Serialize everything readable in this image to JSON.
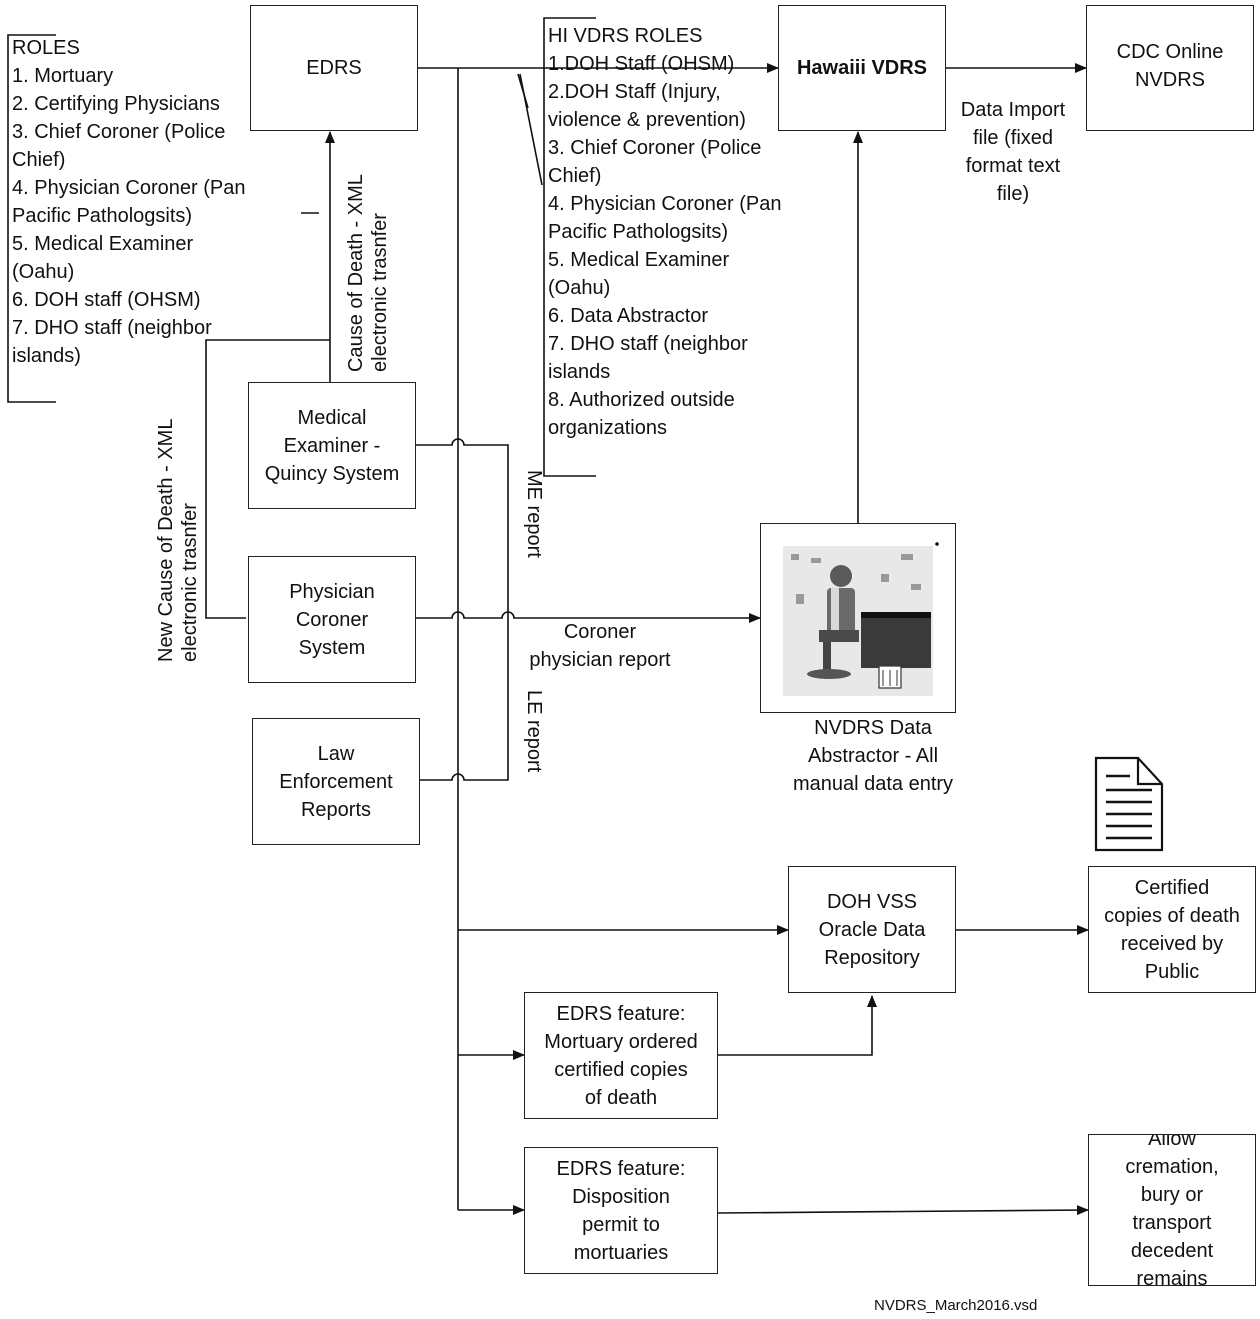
{
  "roles_left": {
    "title": "ROLES",
    "items": [
      "1. Mortuary",
      "2. Certifying Physicians",
      "3. Chief Coroner (Police",
      "Chief)",
      "4. Physician Coroner (Pan",
      "Pacific Pathologsits)",
      "5. Medical Examiner",
      "(Oahu)",
      "6. DOH staff (OHSM)",
      "7. DHO staff (neighbor",
      "islands)"
    ]
  },
  "roles_right": {
    "title": "HI VDRS ROLES",
    "items": [
      "1.DOH Staff (OHSM)",
      "2.DOH Staff (Injury,",
      "violence & prevention)",
      "3. Chief Coroner (Police",
      "Chief)",
      "4. Physician Coroner (Pan",
      "Pacific Pathologsits)",
      "5. Medical Examiner",
      "(Oahu)",
      "6. Data Abstractor",
      "7. DHO staff (neighbor",
      "islands",
      "8.  Authorized outside",
      "organizations"
    ]
  },
  "nodes": {
    "edrs": "EDRS",
    "hawaii_vdrs": "Hawaiii VDRS",
    "cdc_online": [
      "CDC Online",
      "NVDRS"
    ],
    "medical_examiner": [
      "Medical",
      "Examiner -",
      "Quincy System"
    ],
    "physician_coroner": [
      "Physician",
      "Coroner",
      "System"
    ],
    "law_enforcement": [
      "Law",
      "Enforcement",
      "Reports"
    ],
    "doh_vss": [
      "DOH VSS",
      "Oracle Data",
      "Repository"
    ],
    "certified_copies": [
      "Certified",
      "copies of death",
      "received by",
      "Public"
    ],
    "mortuary_ordered": [
      "EDRS feature:",
      "Mortuary ordered",
      "certified copies",
      "of death"
    ],
    "disposition_permit": [
      "EDRS feature:",
      "Disposition",
      "permit to",
      "mortuaries"
    ],
    "allow_cremation": [
      "Allow",
      "cremation,",
      "bury or",
      "transport",
      "decedent",
      "remains"
    ]
  },
  "labels": {
    "data_import": [
      "Data Import",
      "file (fixed",
      "format text",
      "file)"
    ],
    "cause_of_death": [
      "Cause of Death - XML",
      "electronic trasnfer"
    ],
    "new_cause_of_death": [
      "New Cause of Death - XML",
      "electronic trasnfer"
    ],
    "me_report": "ME report",
    "le_report": "LE report",
    "coroner_report": [
      "Coroner",
      "physician report"
    ],
    "abstractor_caption": [
      "NVDRS Data",
      "Abstractor - All",
      "manual data entry"
    ]
  },
  "icons": {
    "abstractor_image": "person-at-desk-clipart",
    "document": "document-icon"
  },
  "footer": "NVDRS_March2016.vsd"
}
